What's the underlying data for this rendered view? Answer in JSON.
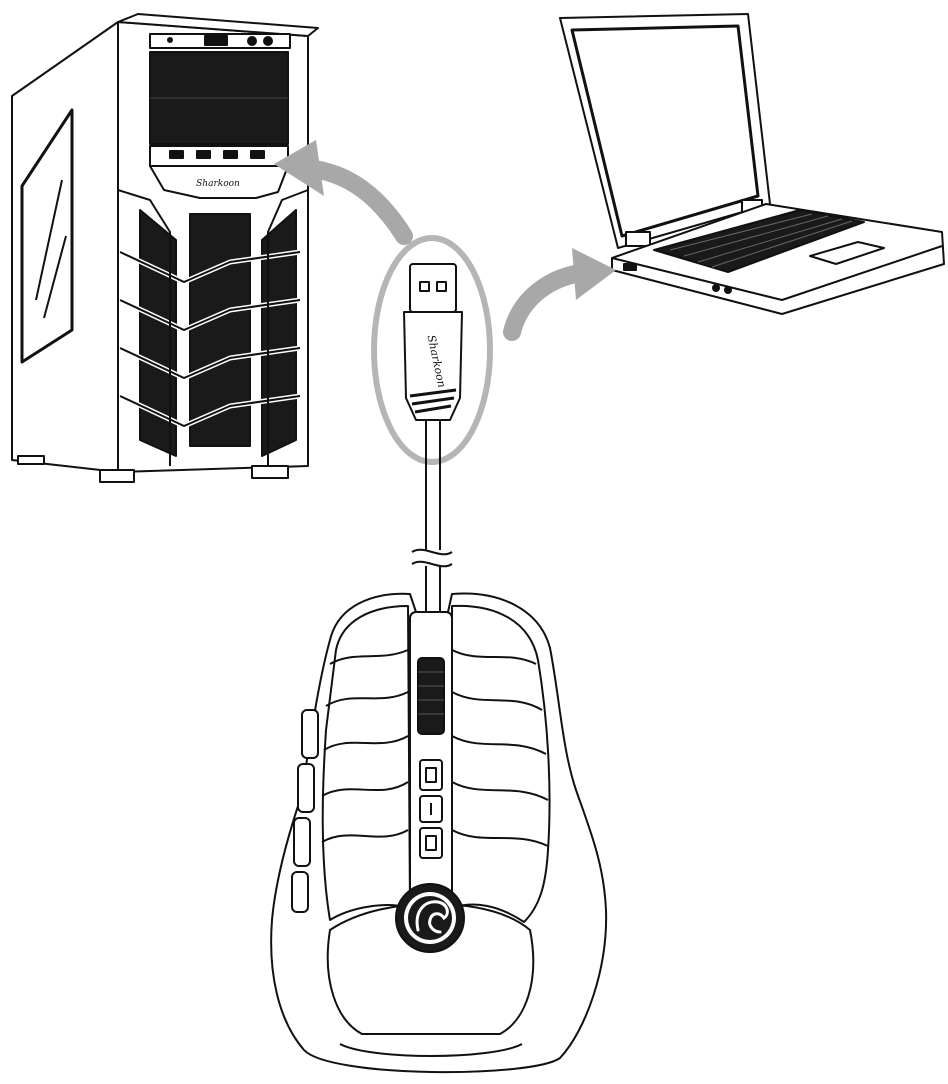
{
  "diagram": {
    "nodes": [
      {
        "id": "desktop-pc",
        "kind": "tower case"
      },
      {
        "id": "usb-connector",
        "kind": "usb plug",
        "highlighted": true
      },
      {
        "id": "laptop",
        "kind": "notebook computer"
      },
      {
        "id": "gaming-mouse",
        "kind": "wired gaming mouse"
      }
    ],
    "edges": [
      {
        "from": "usb-connector",
        "to": "desktop-pc",
        "style": "gray arrow"
      },
      {
        "from": "usb-connector",
        "to": "laptop",
        "style": "gray arrow"
      },
      {
        "from": "gaming-mouse",
        "to": "usb-connector",
        "style": "cable"
      }
    ],
    "brand_logo_text": "Sharkoon"
  },
  "colors": {
    "line": "#111111",
    "arrow": "#a8a8a8",
    "highlight": "#b5b5b5",
    "fill_dark": "#1a1a1a",
    "background": "#ffffff"
  }
}
